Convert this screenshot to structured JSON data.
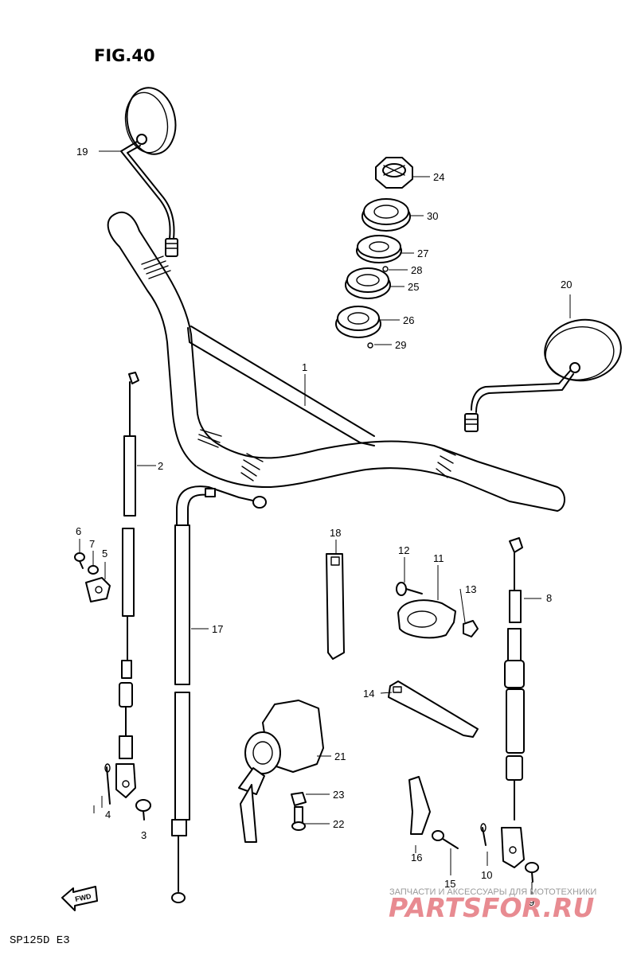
{
  "figure_title": "FIG.40",
  "model_code": "SP125D E3",
  "fwd_label": "FWD",
  "watermark": {
    "line1": "ЗАПЧАСТИ И АКСЕССУАРЫ ДЛЯ МОТОТЕХНИКИ",
    "line2": "PARTSFOR.RU"
  },
  "parts": {
    "p1": "1",
    "p2": "2",
    "p3": "3",
    "p4": "4",
    "p5": "5",
    "p6": "6",
    "p7": "7",
    "p8": "8",
    "p9": "9",
    "p10": "10",
    "p11": "11",
    "p12": "12",
    "p13": "13",
    "p14": "14",
    "p15": "15",
    "p16": "16",
    "p17": "17",
    "p18": "18",
    "p19": "19",
    "p20": "20",
    "p21": "21",
    "p22": "22",
    "p23": "23",
    "p24": "24",
    "p25": "25",
    "p26": "26",
    "p27": "27",
    "p28": "28",
    "p29": "29",
    "p30": "30"
  }
}
